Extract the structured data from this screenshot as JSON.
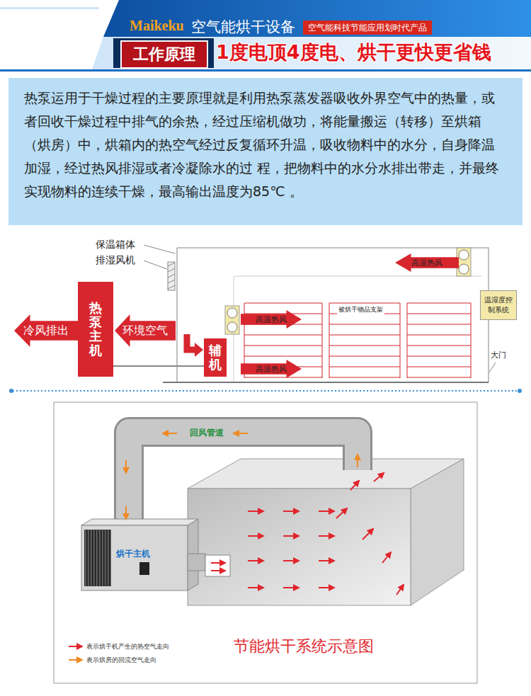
{
  "diagram": {
    "title": "1度电顶4度电、烘干更快更省钱",
    "caption": "节能烘干系统示意图",
    "nodes": [
      {
        "text": [
          "空气能科技节能应用划时代产品"
        ]
      },
      {
        "text": [
          "工作原理"
        ]
      },
      {
        "text": [
          "热泵运用于干燥过程的主要原理就是利用热泵蒸发器吸收外界空气中的热量，或者回收干燥过程中排气的余热，经过压缩机做功，将能量搬运（转移）至烘箱（烘房）中，烘箱内的热空气经过反复循环升温，吸收物料中的水分，自身降温加湿，经过热风排湿或者冷凝除水的过 程，把物料中的水分水排出带走，并最终实现物料的连续干燥，最高输出温度为85℃ 。"
        ]
      },
      {
        "text": [
          "冷风排出"
        ]
      },
      {
        "text": [
          "热泵主机"
        ]
      },
      {
        "text": [
          "环境空气"
        ]
      },
      {
        "text": [
          "辅机"
        ]
      },
      {
        "text": [
          "高温热风"
        ]
      },
      {
        "text": [
          "高温热风"
        ]
      },
      {
        "text": [
          "高温热风"
        ]
      },
      {
        "text": [
          "温湿度控制系统"
        ]
      }
    ],
    "edges": [
      {
        "from": 4,
        "to": 6,
        "arrow": "none"
      }
    ],
    "labels": [
      "Maikeku",
      "空气能烘干设备",
      "保温箱体",
      "排湿风机",
      "被烘干物品支架",
      "大门",
      "回风管道",
      "烘干主机"
    ],
    "legend": [
      {
        "text": "表示烘干机产生的热空气走向"
      },
      {
        "text": "表示烘房的回流空气走向"
      }
    ]
  }
}
